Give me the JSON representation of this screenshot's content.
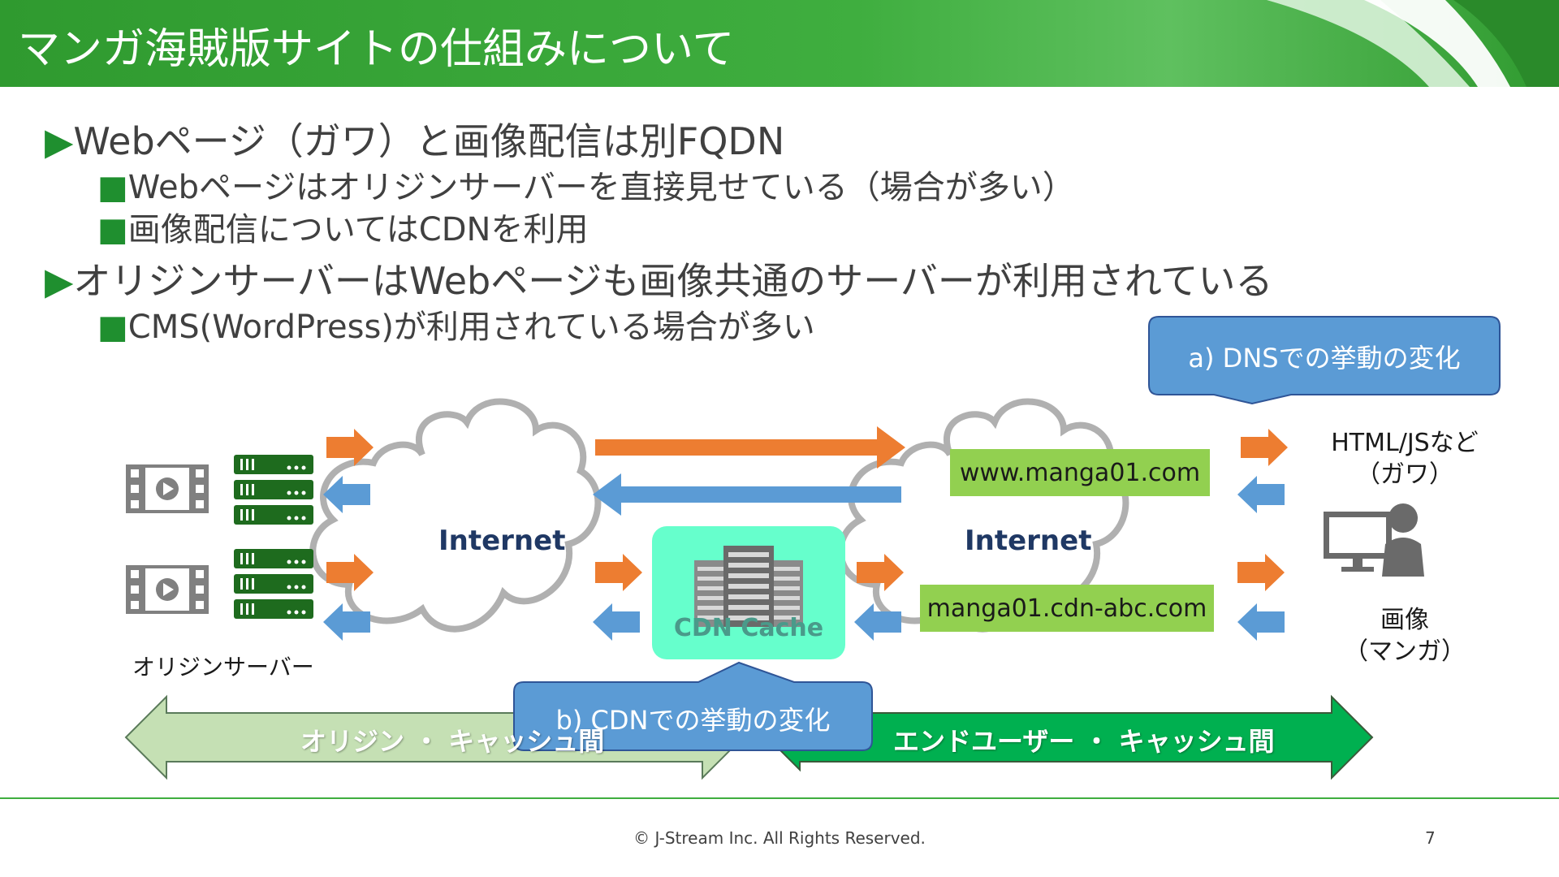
{
  "title": "マンガ海賊版サイトの仕組みについて",
  "bullets": [
    {
      "marker": "▶",
      "text": "Webページ（ガワ）と画像配信は別FQDN",
      "children": [
        {
          "marker": "■",
          "text": "Webページはオリジンサーバーを直接見せている（場合が多い）"
        },
        {
          "marker": "■",
          "text": "画像配信についてはCDNを利用"
        }
      ]
    },
    {
      "marker": "▶",
      "text": "オリジンサーバーはWebページも画像共通のサーバーが利用されている",
      "children": [
        {
          "marker": "■",
          "text": "CMS(WordPress)が利用されている場合が多い"
        }
      ]
    }
  ],
  "diagram": {
    "origin_label": "オリジンサーバー",
    "internet_left": "Internet",
    "internet_right": "Internet",
    "cdn_label": "CDN Cache",
    "fqdn_www": "www.manga01.com",
    "fqdn_cdn": "manga01.cdn-abc.com",
    "callout_dns": "a) DNSでの挙動の変化",
    "callout_cdn": "b) CDNでの挙動の変化",
    "html_label_1": "HTML/JSなど",
    "html_label_2": "（ガワ）",
    "image_label_1": "画像",
    "image_label_2": "（マンガ）",
    "band_left": "オリジン ・ キャッシュ間",
    "band_right": "エンドユーザー ・ キャッシュ間"
  },
  "icons": {
    "video": "film-play-icon",
    "server": "server-rack-icon",
    "cdn": "datacenter-icon",
    "user": "user-monitor-icon"
  },
  "colors": {
    "title_green": "#3fae3f",
    "arrow_orange": "#ed7d31",
    "arrow_blue": "#5b9bd5",
    "callout_blue": "#5b9bd5",
    "label_green": "#92d050",
    "cdn_mint": "#66ffcc",
    "band_light": "#c5e0b4",
    "band_dark": "#00b050",
    "server_green": "#1e6b1e"
  },
  "footer": {
    "copyright": "© J-Stream Inc. All Rights Reserved.",
    "page_number": "7"
  }
}
